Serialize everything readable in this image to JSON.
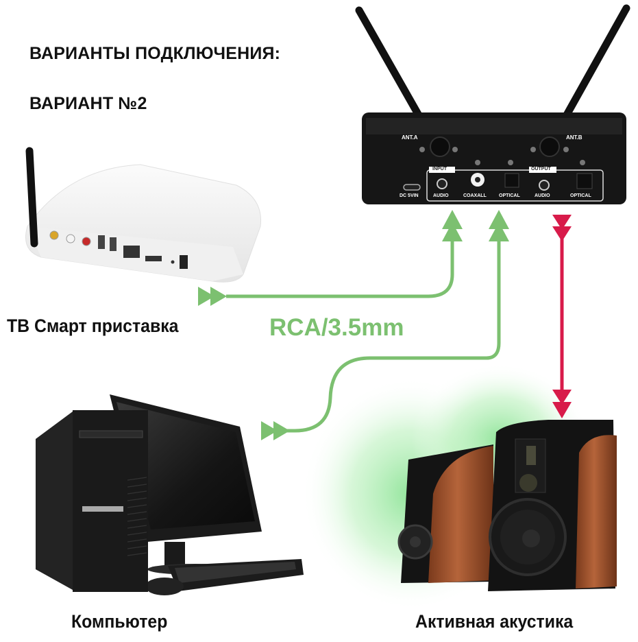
{
  "header": {
    "title": "ВАРИАНТЫ ПОДКЛЮЧЕНИЯ:",
    "subtitle": "ВАРИАНТ №2"
  },
  "devices": {
    "tv_box": {
      "label": "ТВ Смарт приставка"
    },
    "computer": {
      "label": "Компьютер"
    },
    "speakers": {
      "label": "Активная акустика"
    },
    "transmitter": {
      "antenna_a": "ANT.A",
      "antenna_b": "ANT.B",
      "power": "DC 5VIN",
      "input_group": "INPUT",
      "output_group": "OUTPUT",
      "ports": [
        "AUDIO",
        "COAXALL",
        "OPTICAL",
        "AUDIO",
        "OPTICAL"
      ]
    }
  },
  "connection": {
    "cable_label": "RCA/3.5mm",
    "input_color": "#7cc070",
    "output_color": "#d81b4a"
  }
}
